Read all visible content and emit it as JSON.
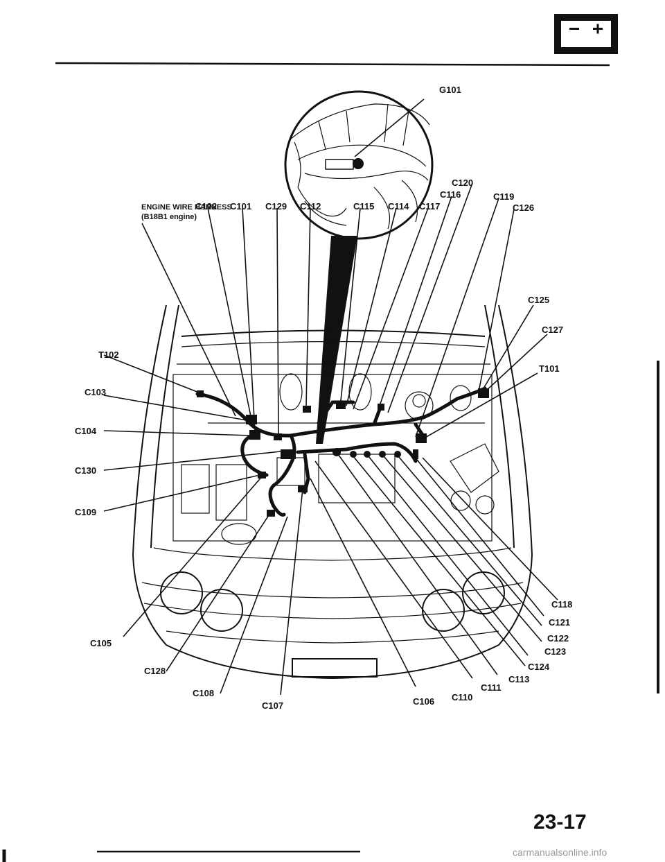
{
  "title_block": {
    "line1": "ENGINE WIRE HARNESS",
    "line2": "(B18B1 engine)"
  },
  "ground": "G101",
  "connectors_top": [
    "C102",
    "C101",
    "C129",
    "C112",
    "C115",
    "C114",
    "C117",
    "C116",
    "C120",
    "C119",
    "C126",
    "C125",
    "C127",
    "T101"
  ],
  "connectors_left": [
    "T102",
    "C103",
    "C104",
    "C130",
    "C109"
  ],
  "connectors_bottom": [
    "C105",
    "C128",
    "C108",
    "C107",
    "C106",
    "C110",
    "C111",
    "C113",
    "C124",
    "C123",
    "C122",
    "C121",
    "C118"
  ],
  "page_number": "23-17",
  "watermark": "carmanualsonline.info",
  "icons": [
    "battery-icon"
  ]
}
